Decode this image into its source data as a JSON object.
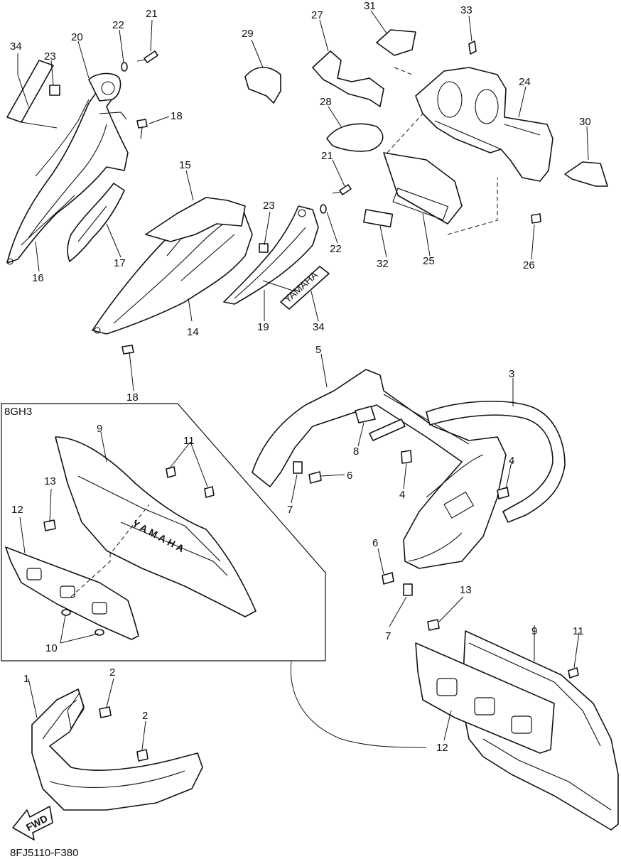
{
  "diagram": {
    "drawing_code": "8FJ5110-F380",
    "inset_label": "8GH3",
    "fwd_label": "FWD",
    "decal_text": "YAMAHA",
    "inset_decal_text": "YAMAHA"
  },
  "callouts": [
    "34",
    "23",
    "20",
    "22",
    "21",
    "18",
    "16",
    "17",
    "15",
    "14",
    "19",
    "34",
    "22",
    "21",
    "23",
    "18",
    "29",
    "27",
    "31",
    "33",
    "28",
    "24",
    "30",
    "32",
    "25",
    "26",
    "5",
    "3",
    "8",
    "6",
    "7",
    "4",
    "4",
    "6",
    "7",
    "13",
    "9",
    "11",
    "12",
    "9",
    "11",
    "13",
    "12",
    "10",
    "2",
    "2",
    "1"
  ]
}
